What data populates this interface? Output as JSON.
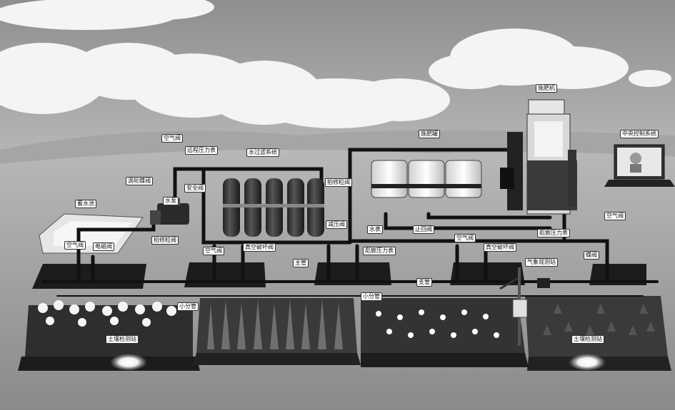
{
  "labels": {
    "pump_pressure_gauge": "远程压力表",
    "air_valve_top": "空气阀",
    "butterfly_valve": "涡轮蝶阀",
    "water_pump": "水泵",
    "safety_valve": "安全阀",
    "water_filter_system": "水过滤系统",
    "backflush_valve": "拍修粒阀",
    "fertilizer_tank": "施肥罐",
    "fertilizer_machine": "施肥机",
    "central_control_system": "中央控制系统",
    "reservoir": "蓄水池",
    "air_valve_left": "空气阀",
    "solenoid_valve": "电磁阀",
    "drain_valve": "拍修粒阀",
    "air_valve_mid": "空气阀",
    "vacuum_break_valve_1": "真空破坏阀",
    "pressure_reducing_valve": "减压阀",
    "water_meter": "水表",
    "check_valve": "止回阀",
    "digital_pressure_gauge_1": "彪宸压力表",
    "air_valve_mid2": "空气阀",
    "vacuum_break_valve_2": "真空破坏阀",
    "digital_pressure_gauge_2": "彪宸压力表",
    "air_valve_right": "空气阀",
    "gate_valve": "蝶阀",
    "main_pipe": "主管",
    "weather_station": "气象观测站",
    "sub_pipe_left": "小分管",
    "sub_pipe_mid": "小分管",
    "branch_pipe": "支管",
    "soil_station_left": "土壤检测站",
    "soil_station_right": "土壤检测站"
  }
}
